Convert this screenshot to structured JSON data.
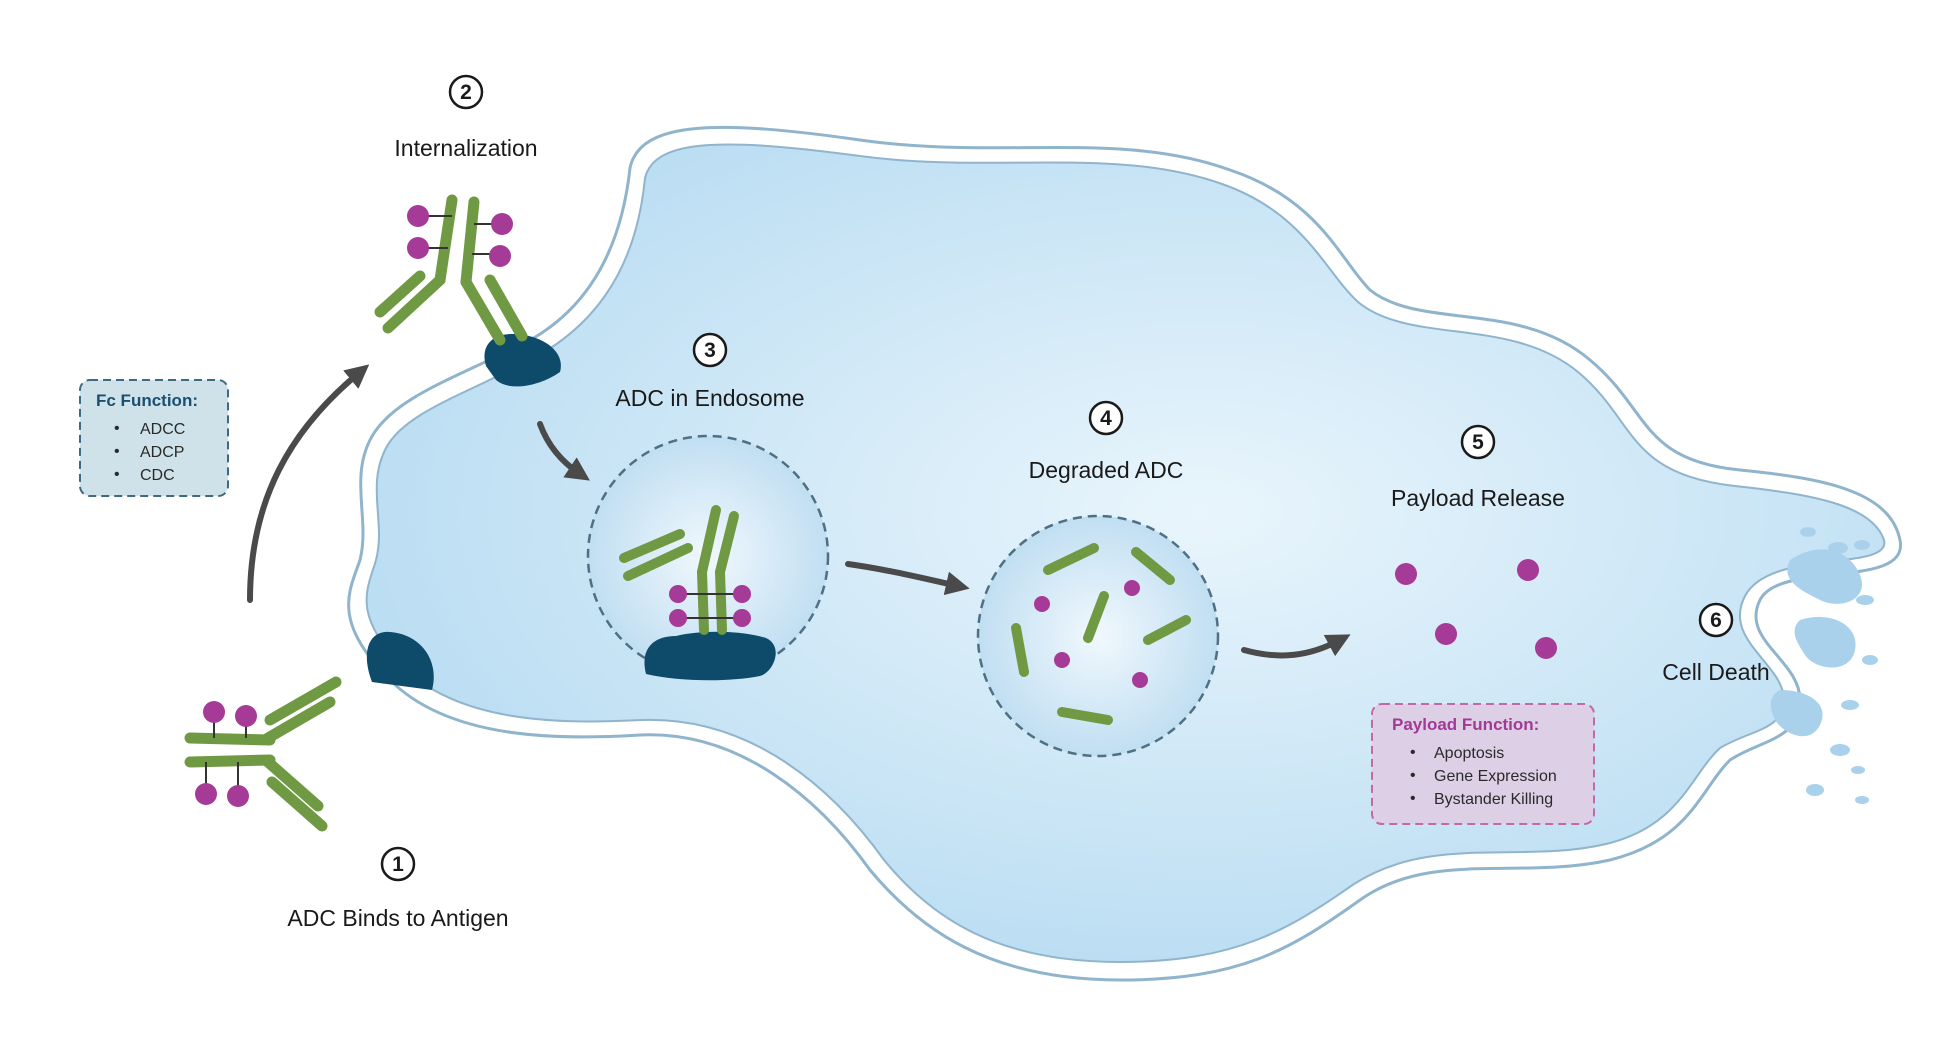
{
  "steps": [
    {
      "number": "1",
      "label": "ADC Binds to Antigen"
    },
    {
      "number": "2",
      "label": "Internalization"
    },
    {
      "number": "3",
      "label": "ADC in Endosome"
    },
    {
      "number": "4",
      "label": "Degraded ADC"
    },
    {
      "number": "5",
      "label": "Payload Release"
    },
    {
      "number": "6",
      "label": "Cell Death"
    }
  ],
  "fc_function": {
    "title": "Fc Function:",
    "items": [
      "ADCC",
      "ADCP",
      "CDC"
    ]
  },
  "payload_function": {
    "title": "Payload Function:",
    "items": [
      "Apoptosis",
      "Gene Expression",
      "Bystander Killing"
    ]
  },
  "colors": {
    "antibody": "#6f9a43",
    "payload": "#a63a97",
    "receptor": "#0e4a6a",
    "cytoplasm": "#c3e2f4",
    "membrane": "#8fb4cc",
    "arrow": "#4a4a4a",
    "fc_box_title": "#1b4f72",
    "payload_box_title": "#a23a95"
  }
}
